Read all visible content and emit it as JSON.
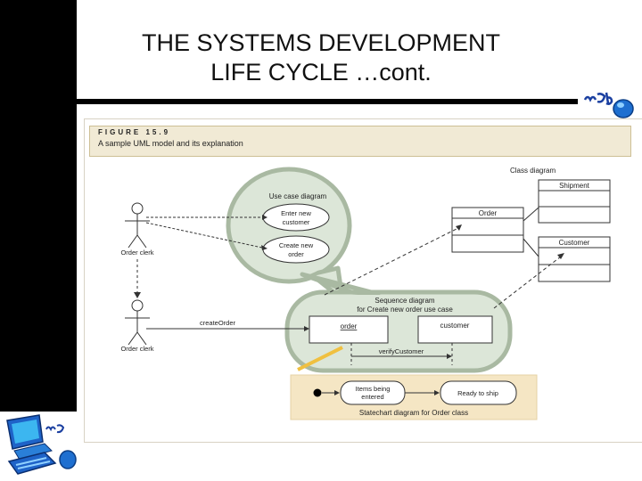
{
  "slide": {
    "title_line1": "THE SYSTEMS DEVELOPMENT",
    "title_line2": "LIFE CYCLE …cont."
  },
  "figure": {
    "number": "FIGURE 15.9",
    "caption": "A sample UML model and its explanation"
  },
  "class_diagram": {
    "title": "Class diagram",
    "classes": [
      "Shipment",
      "Order",
      "Customer"
    ]
  },
  "use_case_diagram": {
    "title": "Use case diagram",
    "actor": "Order clerk",
    "use_cases": [
      {
        "line1": "Enter new",
        "line2": "customer"
      },
      {
        "line1": "Create new",
        "line2": "order"
      }
    ]
  },
  "sequence_diagram": {
    "title_line1": "Sequence diagram",
    "title_line2": "for Create new order use case",
    "actor": "Order clerk",
    "objects": [
      "order",
      "customer"
    ],
    "messages": [
      "createOrder",
      "verifyCustomer"
    ]
  },
  "statechart_diagram": {
    "title": "Statechart diagram for Order class",
    "states": [
      {
        "line1": "Items being",
        "line2": "entered"
      },
      {
        "line1": "Ready to ship",
        "line2": ""
      }
    ]
  },
  "logos": [
    "web-logo-top",
    "web-computer-logo-bottom"
  ]
}
